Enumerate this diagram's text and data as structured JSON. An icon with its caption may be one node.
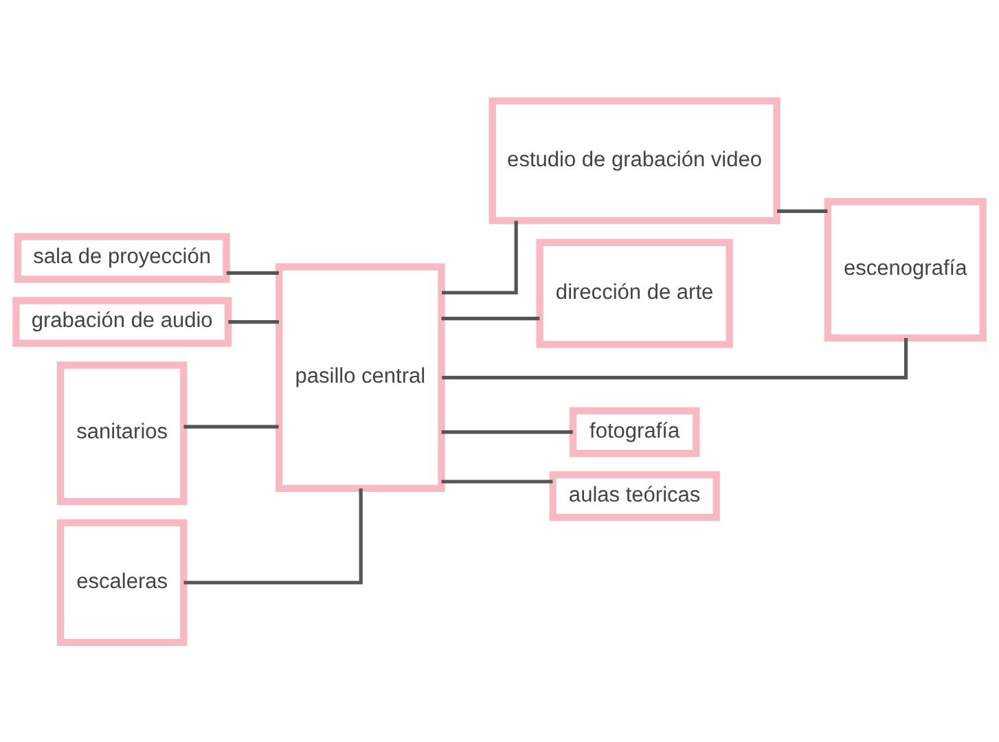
{
  "diagram": {
    "nodes": [
      {
        "text": [
          "sala de proyección"
        ]
      },
      {
        "text": [
          "pasillo central"
        ]
      },
      {
        "text": [
          "estudio de grabación video"
        ]
      },
      {
        "text": [
          "grabación de audio"
        ]
      },
      {
        "text": [
          "sanitarios"
        ]
      },
      {
        "text": [
          "escaleras"
        ]
      },
      {
        "text": [
          "dirección de arte"
        ]
      },
      {
        "text": [
          "escenografía"
        ]
      },
      {
        "text": [
          "fotografía"
        ]
      },
      {
        "text": [
          "aulas teóricas"
        ]
      }
    ],
    "edges": [
      {
        "from": 0,
        "to": 1,
        "arrow": "none"
      },
      {
        "from": 1,
        "to": 2,
        "arrow": "none"
      },
      {
        "from": 3,
        "to": 1,
        "arrow": "none"
      },
      {
        "from": 5,
        "to": 1,
        "arrow": "none"
      },
      {
        "from": 4,
        "to": 1,
        "arrow": "none"
      },
      {
        "from": 1,
        "to": 6,
        "arrow": "none"
      },
      {
        "from": 1,
        "to": 7,
        "arrow": "none"
      },
      {
        "from": 2,
        "to": 7,
        "arrow": "none"
      },
      {
        "from": 1,
        "to": 8,
        "arrow": "none"
      },
      {
        "from": 1,
        "to": 9,
        "arrow": "none"
      }
    ]
  }
}
